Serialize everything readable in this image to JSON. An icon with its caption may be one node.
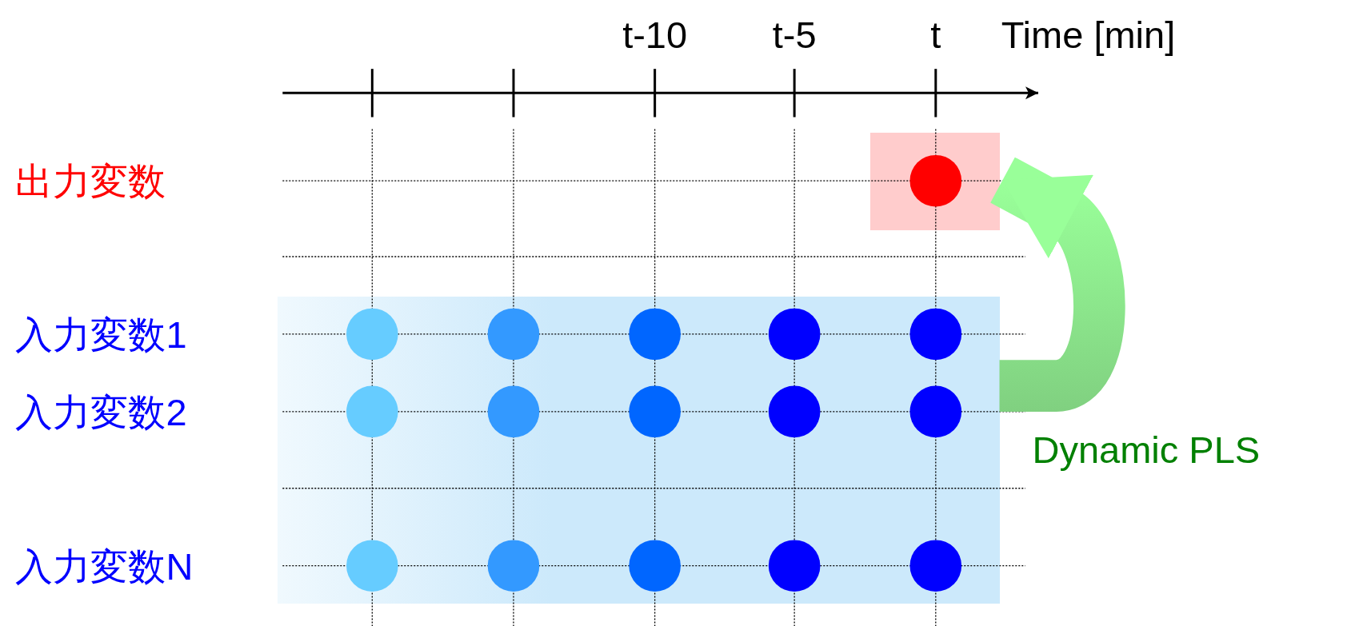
{
  "diagram": {
    "nodes": [
      {
        "text": [],
        "shape": "box"
      },
      {
        "text": [],
        "shape": "box"
      }
    ],
    "edges": [
      {
        "from": 1,
        "to": 0,
        "arrow": "to",
        "label": "Dynamic PLS",
        "style": "thick",
        "color": "#80d080"
      }
    ],
    "labels": [
      "t-10",
      "t-5",
      "t",
      "Time [min]",
      "出力変数",
      "入力変数1",
      "入力変数2",
      "入力変数N"
    ]
  }
}
